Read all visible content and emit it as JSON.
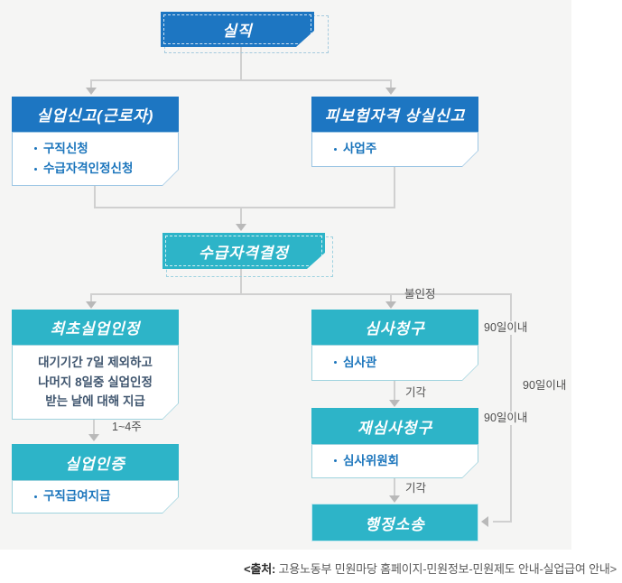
{
  "colors": {
    "accent_blue": "#1d76c2",
    "accent_teal": "#2db4c8",
    "panel_background": "#f5f5f4",
    "connector_gray": "#d0d0d0",
    "bullet_text_blue": "#1b75bc",
    "note_text_navy": "#40566f"
  },
  "flow": {
    "start": {
      "label": "실직"
    },
    "unemployment_report": {
      "title": "실업신고(근로자)",
      "bullets": [
        "구직신청",
        "수급자격인정신청"
      ]
    },
    "insured_loss_report": {
      "title": "피보험자격 상실신고",
      "bullets": [
        "사업주"
      ]
    },
    "eligibility_decision": {
      "label": "수급자격결정"
    },
    "first_recognition": {
      "title": "최초실업인정",
      "body_lines": [
        "대기기간 7일 제외하고",
        "나머지 8일중 실업인정",
        "받는 날에 대해 지급"
      ]
    },
    "recognition_cert": {
      "title": "실업인증",
      "bullets": [
        "구직급여지급"
      ]
    },
    "review_request": {
      "title": "심사청구",
      "bullets": [
        "심사관"
      ]
    },
    "re_review_request": {
      "title": "재심사청구",
      "bullets": [
        "심사위원회"
      ]
    },
    "admin_lawsuit": {
      "label": "행정소송"
    },
    "edge_labels": {
      "denied": "불인정",
      "weeks_1_4": "1~4주",
      "rejected_first": "기각",
      "rejected_second": "기각",
      "within_90_first": "90일이내",
      "within_90_mid": "90일이내",
      "within_90_second": "90일이내"
    }
  },
  "source_note": {
    "prefix": "<출처:",
    "body": " 고용노동부 민원마당 홈페이지-민원정보-민원제도 안내-실업급여 안내>"
  }
}
